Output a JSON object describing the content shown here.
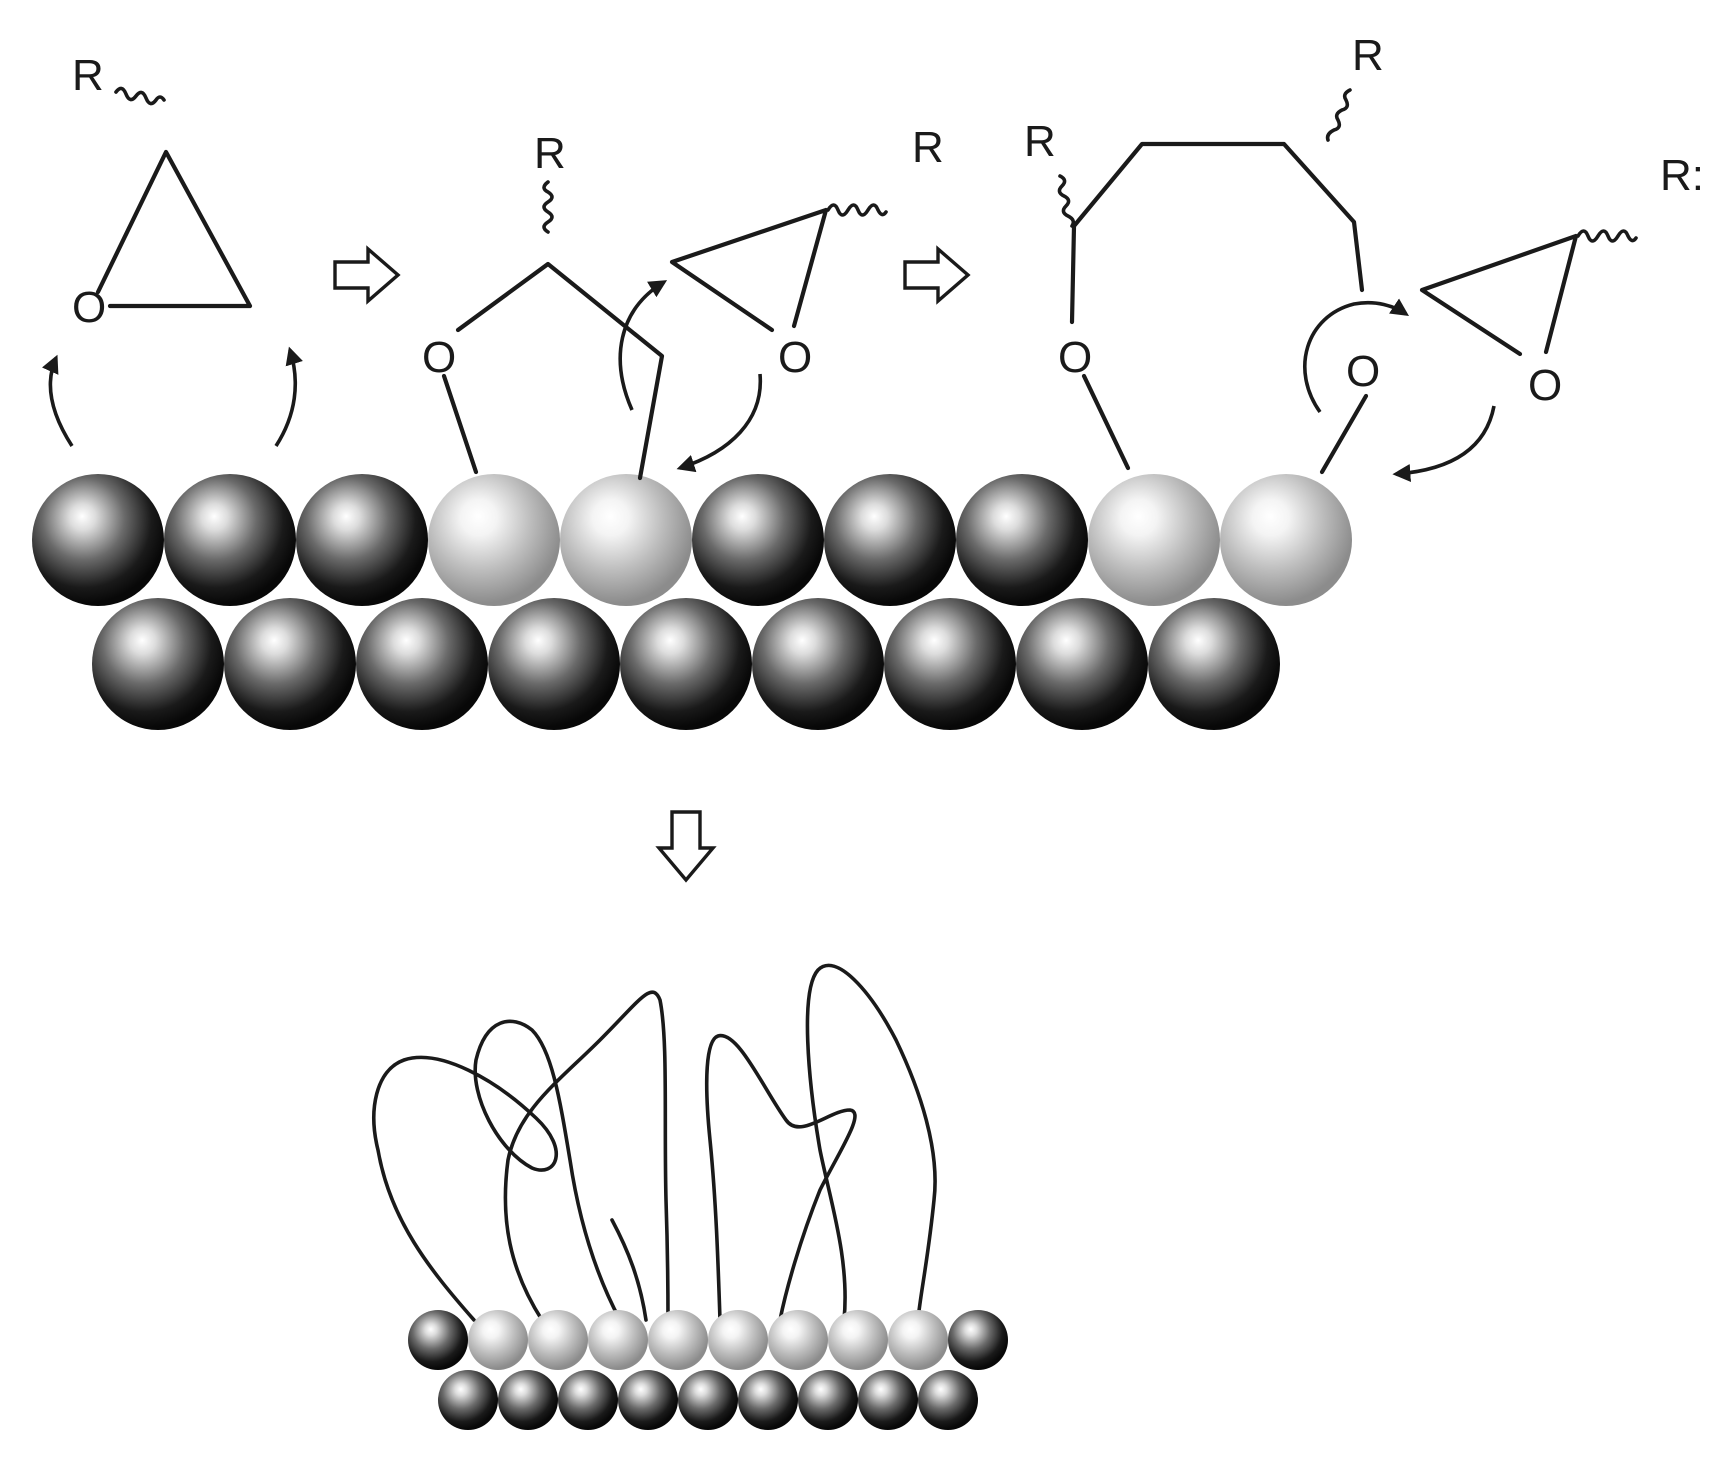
{
  "labels": {
    "substituent": "R",
    "oxygen": "O",
    "substituent_clipped": "R:"
  },
  "colors": {
    "ink": "#1a1a1a",
    "background": "#ffffff",
    "surface_atom_dark": "#0c0c0c",
    "surface_atom_light": "#dcdcdc",
    "active_atom_mid": "#8c8c8c",
    "active_atom_light": "#f4f4f4"
  },
  "surface": {
    "top_row_atoms": [
      "dark",
      "dark",
      "dark",
      "active",
      "active",
      "dark",
      "dark",
      "dark",
      "active",
      "active"
    ],
    "bottom_row_atom_count": 9
  },
  "product_surface": {
    "top_row_atoms": [
      "dark",
      "active",
      "active",
      "active",
      "active",
      "active",
      "active",
      "active",
      "active",
      "dark"
    ],
    "bottom_row_atom_count": 9,
    "polymer_chain_count": 5
  }
}
